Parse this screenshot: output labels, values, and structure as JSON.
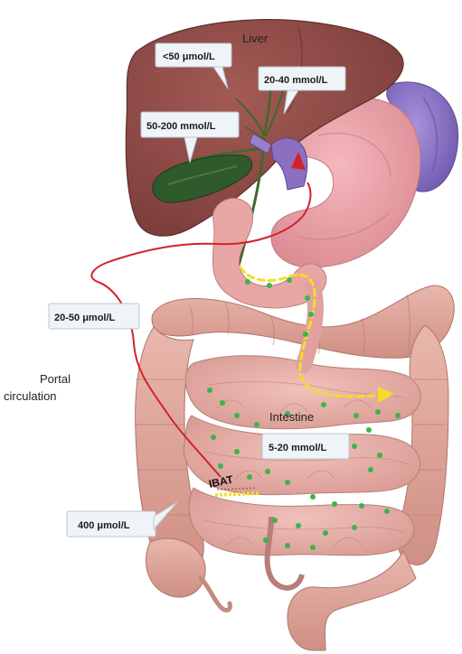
{
  "labels": {
    "liver": "Liver",
    "portal_line1": "Portal",
    "portal_line2": "circulation",
    "intestine": "Intestine",
    "ibat": "IBAT"
  },
  "callouts": {
    "hepatocyte": "<50 μmol/L",
    "canalicular": "20-40 mmol/L",
    "gallbladder": "50-200 mmol/L",
    "portal": "20-50 μmol/L",
    "intestinal": "5-20 mmol/L",
    "ileal": "400 μmol/L"
  },
  "colors": {
    "liver": "#8c4a46",
    "gallbladder": "#2f5a2c",
    "stomach": "#e79aa0",
    "spleen": "#8c76c8",
    "intestine": "#dca59a",
    "portal_vein": "#d2232a",
    "bile_flow": "#f3dd2a",
    "bile_dots": "#3cb44a"
  }
}
